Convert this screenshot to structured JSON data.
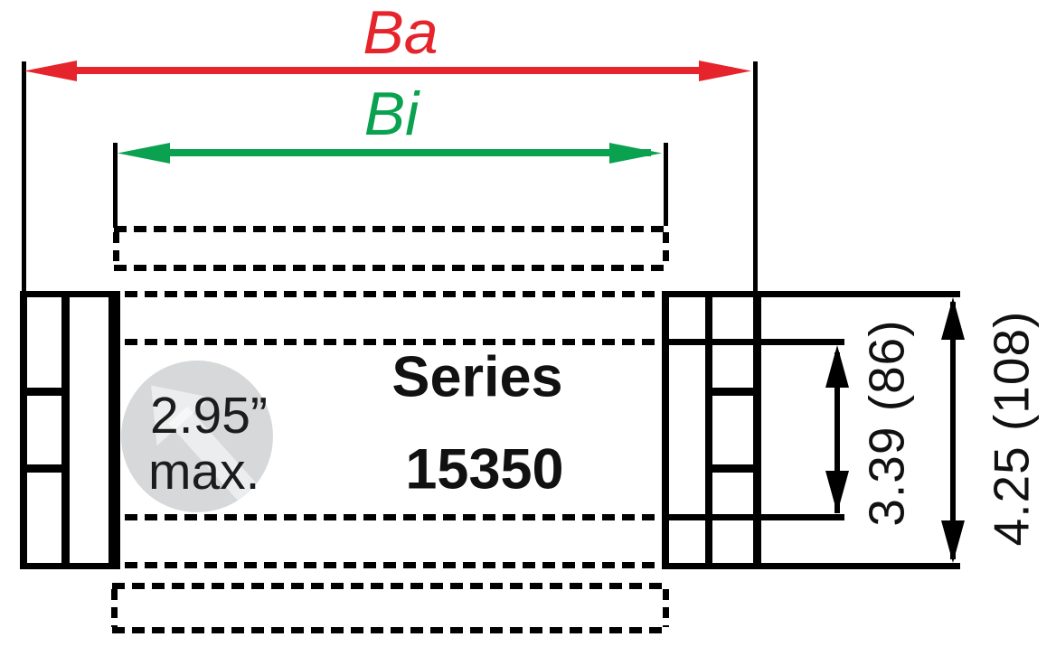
{
  "title": "Series 15350 cable carrier cross-section dimension diagram",
  "width_dimensions": {
    "outer": {
      "label": "Ba",
      "color": "#E6242B"
    },
    "inner": {
      "label": "Bi",
      "color": "#0AA150"
    }
  },
  "height_dimensions": {
    "inner": {
      "label": "3.39 (86)"
    },
    "outer": {
      "label": "4.25 (108)"
    }
  },
  "center_label": {
    "line1": "Series",
    "line2": "15350"
  },
  "badge": {
    "line1": "2.95”",
    "line2": "max.",
    "background": "#D6D8D9",
    "text_color": "#1C1C1C"
  },
  "colors": {
    "line_black": "#000000",
    "ba_red": "#E6242B",
    "bi_green": "#0AA150"
  }
}
